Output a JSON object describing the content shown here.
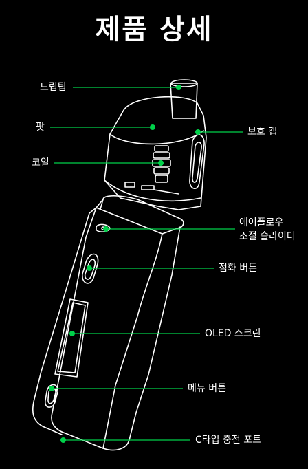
{
  "title": "제품 상세",
  "labels": {
    "drip_tip": "드립팁",
    "pod": "팟",
    "coil": "코일",
    "protect_cap": "보호 캡",
    "airflow_line1": "에어플로우",
    "airflow_line2": "조절 슬라이더",
    "fire_button": "점화 버튼",
    "oled": "OLED 스크린",
    "menu_button": "메뉴 버튼",
    "ctype_port": "C타입 충전 포트"
  },
  "colors": {
    "background": "#000000",
    "outline": "#ffffff",
    "accent": "#00d14a"
  }
}
